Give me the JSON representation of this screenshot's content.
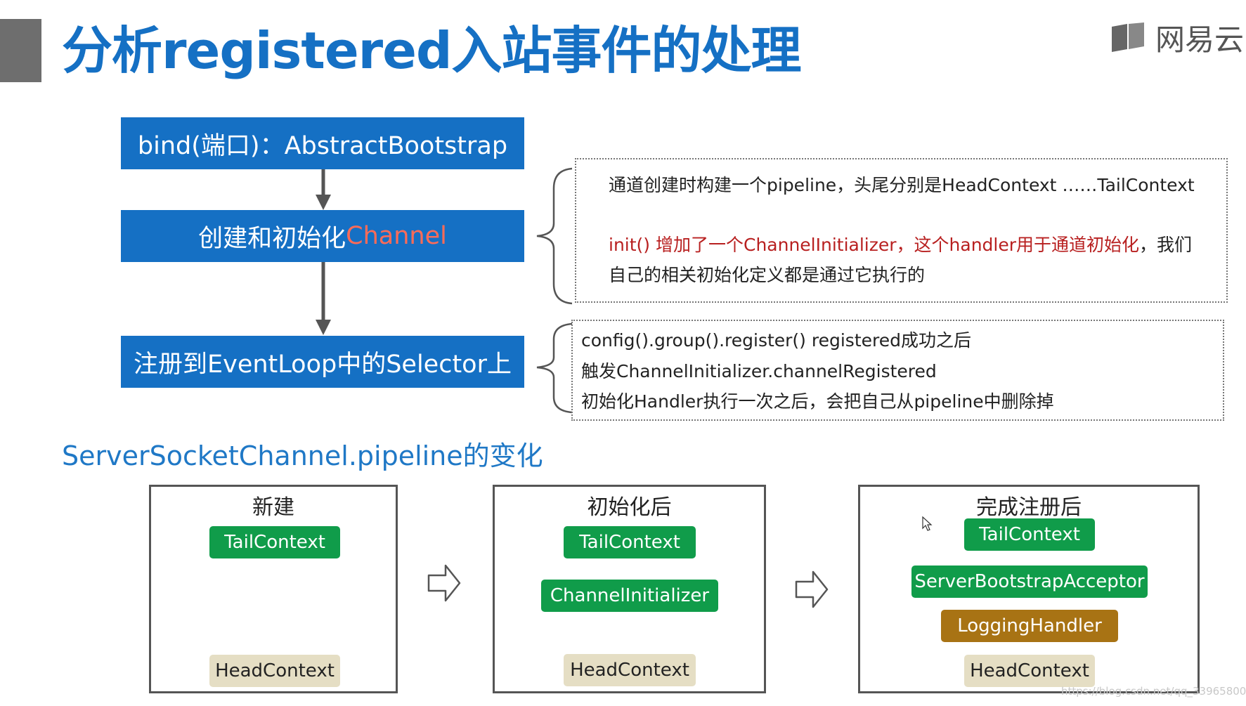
{
  "slide": {
    "title": "分析registered入站事件的处理",
    "logo_text": "网易云",
    "section_title": "ServerSocketChannel.pipeline的变化",
    "watermark": "https://blog.csdn.net/qq_33965800"
  },
  "flow": {
    "step1": "bind(端口)：AbstractBootstrap",
    "step2_prefix": "创建和初始化",
    "step2_highlight": "Channel",
    "step3": "注册到EventLoop中的Selector上"
  },
  "note1": {
    "line1": "通道创建时构建一个pipeline，头尾分别是HeadContext ……TailContext",
    "line2_red": "init() 增加了一个ChannelInitializer，这个handler用于通道初始化",
    "line2_black": "，我们",
    "line3": "自己的相关初始化定义都是通过它执行的"
  },
  "note2": {
    "line1": "config().group().register() registered成功之后",
    "line2": "触发ChannelInitializer.channelRegistered",
    "line3": "初始化Handler执行一次之后，会把自己从pipeline中删除掉"
  },
  "panels": {
    "new": {
      "title": "新建",
      "tail": "TailContext",
      "head": "HeadContext"
    },
    "after_init": {
      "title": "初始化后",
      "tail": "TailContext",
      "initializer": "ChannelInitializer",
      "head": "HeadContext"
    },
    "after_register": {
      "title": "完成注册后",
      "tail": "TailContext",
      "acceptor": "ServerBootstrapAcceptor",
      "logging": "LoggingHandler",
      "head": "HeadContext"
    }
  },
  "colors": {
    "brand_blue": "#1570c4",
    "green": "#109c4a",
    "tan": "#e5dec4",
    "brown": "#a87314",
    "red_text": "#b82020"
  }
}
